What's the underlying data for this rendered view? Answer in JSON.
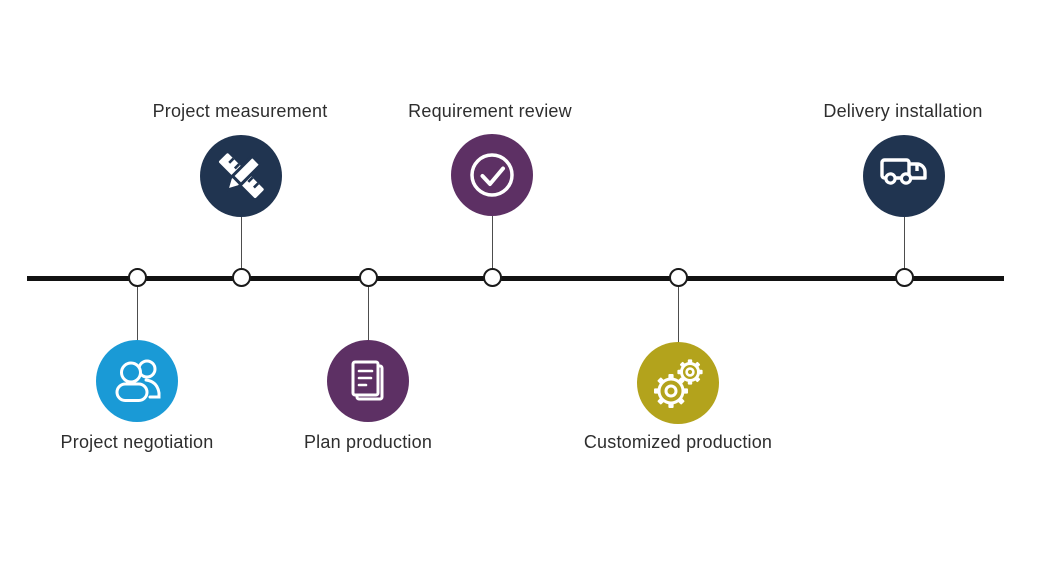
{
  "palette": {
    "bg": "#ffffff",
    "line": "#121212",
    "node_fill": "#ffffff",
    "node_border": "#1a1a1a",
    "connector": "#4d4d4d",
    "text": "#2e2e2e",
    "icon_stroke": "#ffffff"
  },
  "timeline": {
    "steps": [
      {
        "label": "Project negotiation",
        "position": "below",
        "icon": "people-icon",
        "color": "#1a9ad6"
      },
      {
        "label": "Project measurement",
        "position": "above",
        "icon": "ruler-pencil-icon",
        "color": "#203450"
      },
      {
        "label": "Plan production",
        "position": "below",
        "icon": "document-icon",
        "color": "#5d3064"
      },
      {
        "label": "Requirement review",
        "position": "above",
        "icon": "check-circle-icon",
        "color": "#5d3064"
      },
      {
        "label": "Customized production",
        "position": "below",
        "icon": "gears-icon",
        "color": "#b3a31c"
      },
      {
        "label": "Delivery installation",
        "position": "above",
        "icon": "truck-icon",
        "color": "#203450"
      }
    ]
  }
}
